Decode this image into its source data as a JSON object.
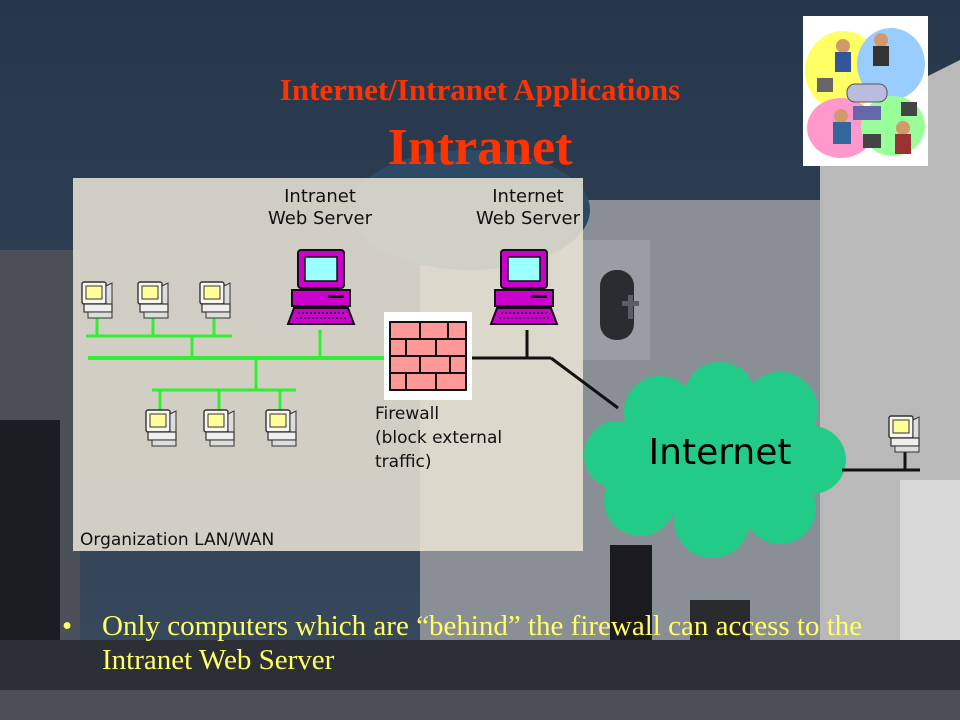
{
  "slide": {
    "subtitle": "Internet/Intranet Applications",
    "title": "Intranet",
    "colors": {
      "title": "#ff3300",
      "bullet": "#ffff66",
      "lan_line": "#33ee33",
      "cloud": "#22cc88",
      "monitor_purple": "#cc00cc"
    }
  },
  "diagram": {
    "intranet_server_label": "Intranet\nWeb Server",
    "internet_server_label": "Internet\nWeb Server",
    "firewall_label": "Firewall\n(block external\ntraffic)",
    "cloud_label": "Internet",
    "lan_label": "Organization LAN/WAN"
  },
  "bullets": [
    {
      "symbol": "•",
      "text": "Only computers which are “behind” the firewall can access to the Intranet Web Server"
    }
  ],
  "icons": {
    "clipart": "office-network-clipart-icon",
    "server": "server-computer-icon",
    "workstation": "workstation-computer-icon",
    "firewall": "brick-wall-firewall-icon",
    "cloud": "internet-cloud-icon"
  }
}
